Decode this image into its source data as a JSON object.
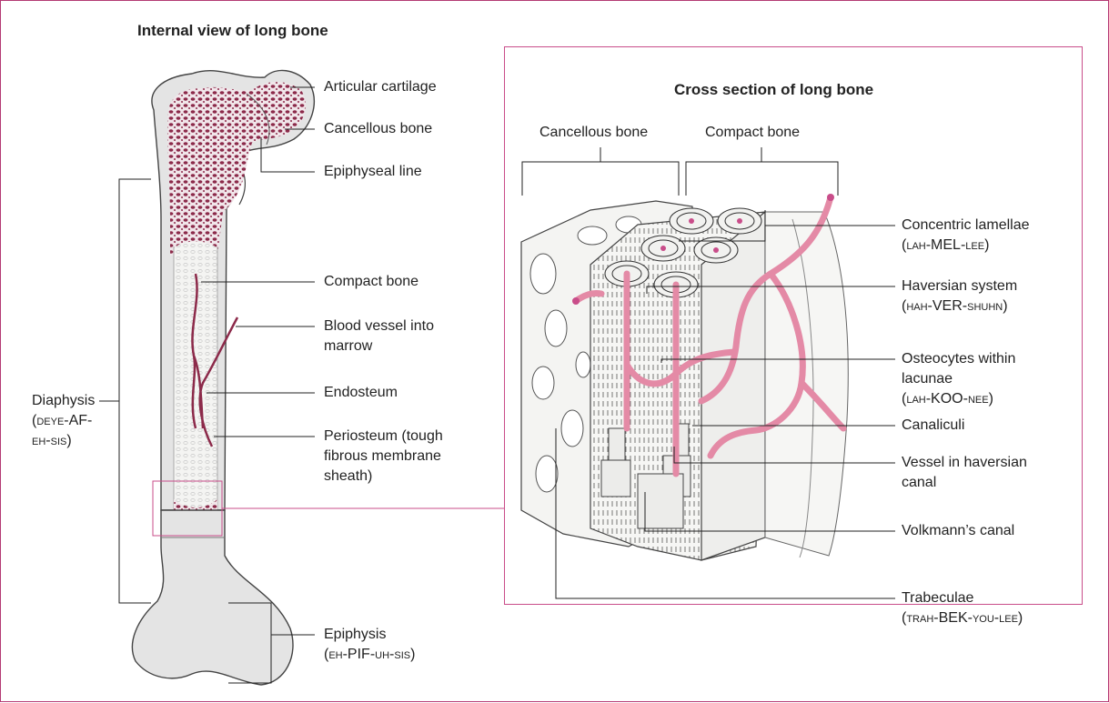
{
  "titles": {
    "main": "Internal view of long bone",
    "inset": "Cross section of long bone"
  },
  "bone_labels": {
    "articular_cartilage": "Articular cartilage",
    "cancellous_bone": "Cancellous bone",
    "epiphyseal_line": "Epiphyseal line",
    "compact_bone": "Compact bone",
    "blood_vessel_1": "Blood vessel into",
    "blood_vessel_2": "marrow",
    "endosteum": "Endosteum",
    "periosteum_1": "Periosteum (tough",
    "periosteum_2": "fibrous membrane",
    "periosteum_3": "sheath)",
    "diaphysis": "Diaphysis",
    "diaphysis_pron_1": "(deye-AF-",
    "diaphysis_pron_2": "eh-sis)",
    "epiphysis": "Epiphysis",
    "epiphysis_pron": "(eh-PIF-uh-sis)"
  },
  "inset_labels": {
    "cancellous_bone": "Cancellous bone",
    "compact_bone": "Compact bone",
    "concentric_lamellae": "Concentric lamellae",
    "concentric_lamellae_pron": "(lah-MEL-lee)",
    "haversian_system": "Haversian system",
    "haversian_system_pron": "(hah-VER-shuhn)",
    "osteocytes_1": "Osteocytes within",
    "osteocytes_2": "lacunae",
    "osteocytes_pron": "(lah-KOO-nee)",
    "canaliculi": "Canaliculi",
    "vessel_1": "Vessel in haversian",
    "vessel_2": "canal",
    "volkmanns_canal": "Volkmann’s canal",
    "trabeculae": "Trabeculae",
    "trabeculae_pron": "(trah-BEK-you-lee)"
  },
  "colors": {
    "frame": "#b43a74",
    "accent_pink": "#c94d8a",
    "vessel": "#e48aa6",
    "marrow_red": "#8c2a4a",
    "bone_gray": "#e4e4e4"
  }
}
